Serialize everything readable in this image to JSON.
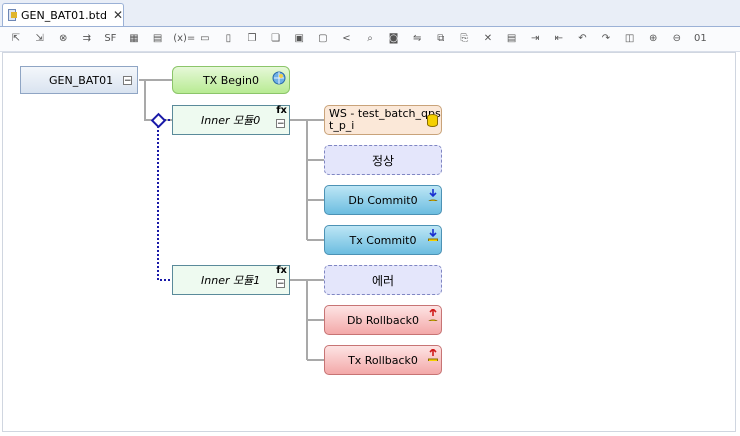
{
  "tab": {
    "title": "GEN_BAT01.btd",
    "close": "✕"
  },
  "toolbar": {
    "buttons": [
      {
        "name": "add-start-icon",
        "glyph": "⇱"
      },
      {
        "name": "add-block-icon",
        "glyph": "⇲"
      },
      {
        "name": "cancel-icon",
        "glyph": "⊗"
      },
      {
        "name": "assign-icon",
        "glyph": "⇉"
      },
      {
        "name": "service-flow-icon",
        "glyph": "SF"
      },
      {
        "name": "grid-icon",
        "glyph": "▦"
      },
      {
        "name": "grid2-icon",
        "glyph": "▤"
      },
      {
        "name": "variable-icon",
        "glyph": "(x)="
      },
      {
        "name": "box-icon",
        "glyph": "▭"
      },
      {
        "name": "doc-icon",
        "glyph": "▯"
      },
      {
        "name": "doc-copy-icon",
        "glyph": "❐"
      },
      {
        "name": "doc-paste-icon",
        "glyph": "❏"
      },
      {
        "name": "doc-plus-icon",
        "glyph": "▣"
      },
      {
        "name": "doc-lock-icon",
        "glyph": "▢"
      },
      {
        "name": "back-arrow-icon",
        "glyph": "<"
      },
      {
        "name": "search-icon",
        "glyph": "⌕"
      },
      {
        "name": "database-icon",
        "glyph": "◙"
      },
      {
        "name": "link-icon",
        "glyph": "⇋"
      },
      {
        "name": "copy-icon",
        "glyph": "⧉"
      },
      {
        "name": "paste-icon",
        "glyph": "⎘"
      },
      {
        "name": "delete-icon",
        "glyph": "✕"
      },
      {
        "name": "page-icon",
        "glyph": "▤"
      },
      {
        "name": "export-icon",
        "glyph": "⇥"
      },
      {
        "name": "import-icon",
        "glyph": "⇤"
      },
      {
        "name": "undo-icon",
        "glyph": "↶"
      },
      {
        "name": "redo-icon",
        "glyph": "↷"
      },
      {
        "name": "layout-icon",
        "glyph": "◫"
      },
      {
        "name": "zoom-in-icon",
        "glyph": "⊕"
      },
      {
        "name": "zoom-out-icon",
        "glyph": "⊖"
      },
      {
        "name": "binary-icon",
        "glyph": "01"
      }
    ]
  },
  "diagram": {
    "root": "GEN_BAT01",
    "tx_begin": "TX Begin0",
    "inner0": "Inner 모듈0",
    "inner1": "Inner 모듈1",
    "fx": "fx",
    "sql_line1": "WS - test_batch_qps",
    "sql_line2": "t_p_i",
    "normal": "정상",
    "db_commit": "Db Commit0",
    "tx_commit": "Tx Commit0",
    "error": "에러",
    "db_rollback": "Db Rollback0",
    "tx_rollback": "Tx Rollback0",
    "collapse": "−"
  },
  "colors": {
    "accent": "#1a1aa8",
    "start_green": "#b8eb93",
    "commit_blue": "#6cbde0",
    "rollback_red": "#f3a9a9",
    "condition_lilac": "#e4e6fb"
  }
}
